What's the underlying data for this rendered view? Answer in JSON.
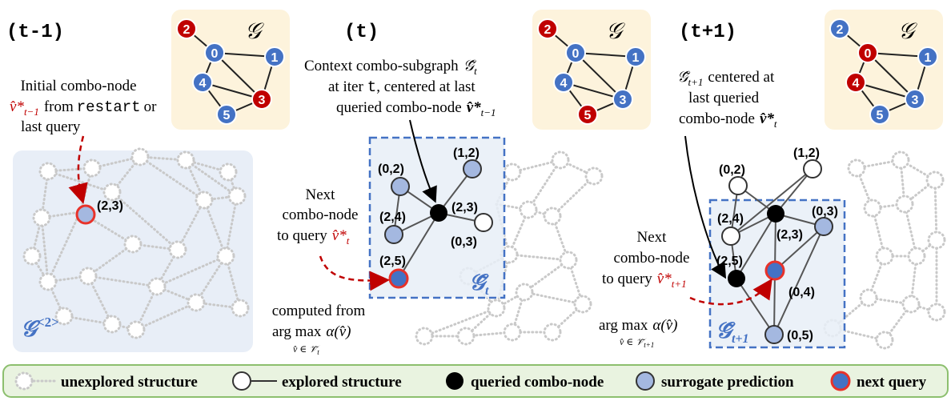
{
  "panels": {
    "prev": {
      "title": "(t-1)",
      "caption": [
        "Initial combo-node",
        "from restart or",
        "last query"
      ],
      "caption_math": "v̂*",
      "caption_sub": "t−1",
      "caption_words": [
        "from",
        "restart",
        "or"
      ],
      "node_label": "(2,3)",
      "space_label": "𝒢",
      "space_sup": "<2>"
    },
    "curr": {
      "title": "(t)",
      "context": [
        "Context combo-subgraph",
        "at iter",
        "t",
        ", centered at last",
        "queried combo-node"
      ],
      "context_math": "𝒢̃",
      "context_sub": "t",
      "context_node_math": "v̂*",
      "context_node_sub": "t−1",
      "next": [
        "Next",
        "combo-node",
        "to query"
      ],
      "next_math": "v̂*",
      "next_sub": "t",
      "computed": [
        "computed from",
        "arg max",
        "α(v̂)"
      ],
      "argmax_sub": "v̂ ∈ 𝒱̃",
      "argmax_sub_t": "t",
      "subgraph_label": "𝒢̃",
      "subgraph_sub": "t",
      "nodes": [
        "(1,2)",
        "(0,2)",
        "(2,3)",
        "(2,4)",
        "(0,3)",
        "(2,5)"
      ]
    },
    "next": {
      "title": "(t+1)",
      "context": [
        "centered at",
        "last queried",
        "combo-node"
      ],
      "context_math": "𝒢̃",
      "context_sub": "t+1",
      "context_node_math": "v̂*",
      "context_node_sub": "t",
      "next": [
        "Next",
        "combo-node",
        "to query"
      ],
      "next_math": "v̂*",
      "next_sub": "t+1",
      "argmax": [
        "arg max",
        "α(v̂)"
      ],
      "argmax_sub": "v̂ ∈ 𝒱̃",
      "argmax_sub_t": "t+1",
      "subgraph_label": "𝒢̃",
      "subgraph_sub": "t+1",
      "nodes": [
        "(1,2)",
        "(0,2)",
        "(2,4)",
        "(2,3)",
        "(0,3)",
        "(2,5)",
        "(0,4)",
        "(0,5)"
      ]
    }
  },
  "small_graph": {
    "label": "𝒢",
    "nodes": [
      "2",
      "0",
      "1",
      "4",
      "3",
      "5"
    ]
  },
  "legend": {
    "unexplored": "unexplored structure",
    "explored": "explored structure",
    "queried": "queried combo-node",
    "surrogate": "surrogate prediction",
    "next_query": "next query"
  },
  "colors": {
    "node_blue": "#4472c4",
    "node_red": "#c00000",
    "surrogate_fill": "#a4b8e0",
    "query_ring": "#e8322a",
    "box_dashed": "#4472c4",
    "panel_bg": "#fdf3dc",
    "space_bg": "#e8eef7",
    "legend_bg": "#e9f3e0",
    "legend_border": "#8cbf6e",
    "arrow_red": "#c00000"
  }
}
